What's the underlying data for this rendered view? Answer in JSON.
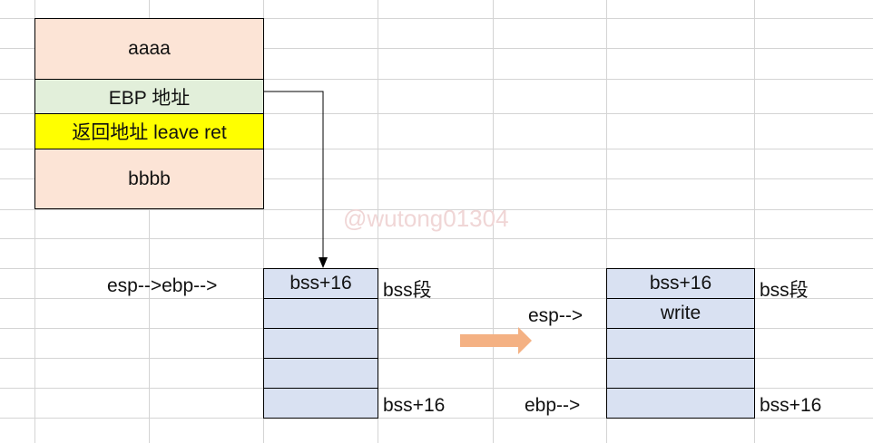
{
  "stack": {
    "cells": [
      "aaaa",
      "EBP 地址",
      "返回地址 leave ret",
      "bbbb"
    ]
  },
  "left_bss": {
    "top_cell": "bss+16",
    "pointer_label": "esp-->ebp-->",
    "segment_label": "bss段",
    "bottom_label": "bss+16"
  },
  "right_bss": {
    "top_cell": "bss+16",
    "second_cell": "write",
    "esp_label": "esp-->",
    "ebp_label": "ebp-->",
    "segment_label": "bss段",
    "bottom_label": "bss+16"
  },
  "watermark": "@wutong01304",
  "colors": {
    "salmon": "#fce4d6",
    "green": "#e2efda",
    "yellow": "#ffff00",
    "blue": "#d9e1f2",
    "arrow": "#f4b183",
    "grid": "#d4d4d4"
  }
}
